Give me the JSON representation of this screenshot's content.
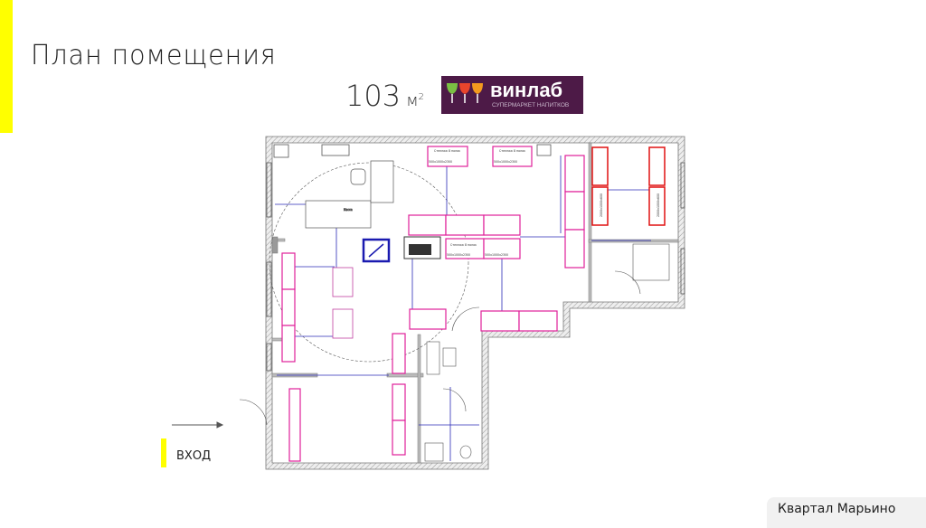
{
  "title": "План помещения",
  "area": {
    "value": "103",
    "unit": "м",
    "unit_sup": "2"
  },
  "logo": {
    "name": "винлаб",
    "tagline": "СУПЕРМАРКЕТ НАПИТКОВ",
    "bg": "#4d1a47"
  },
  "entrance_label": "ВХОД",
  "footer": "Квартал Марьино",
  "plan": {
    "shelf_label": "Стеллаж 8 полок",
    "shelf_size_a": "500x1000x2300",
    "shelf_size_b": "2000x1000x600",
    "cashier_label": "Касса",
    "colors": {
      "shelf": "#e0209a",
      "dimension": "#2b2bb8",
      "fridge": "#e01010",
      "wall": "#9a9a9a"
    }
  }
}
